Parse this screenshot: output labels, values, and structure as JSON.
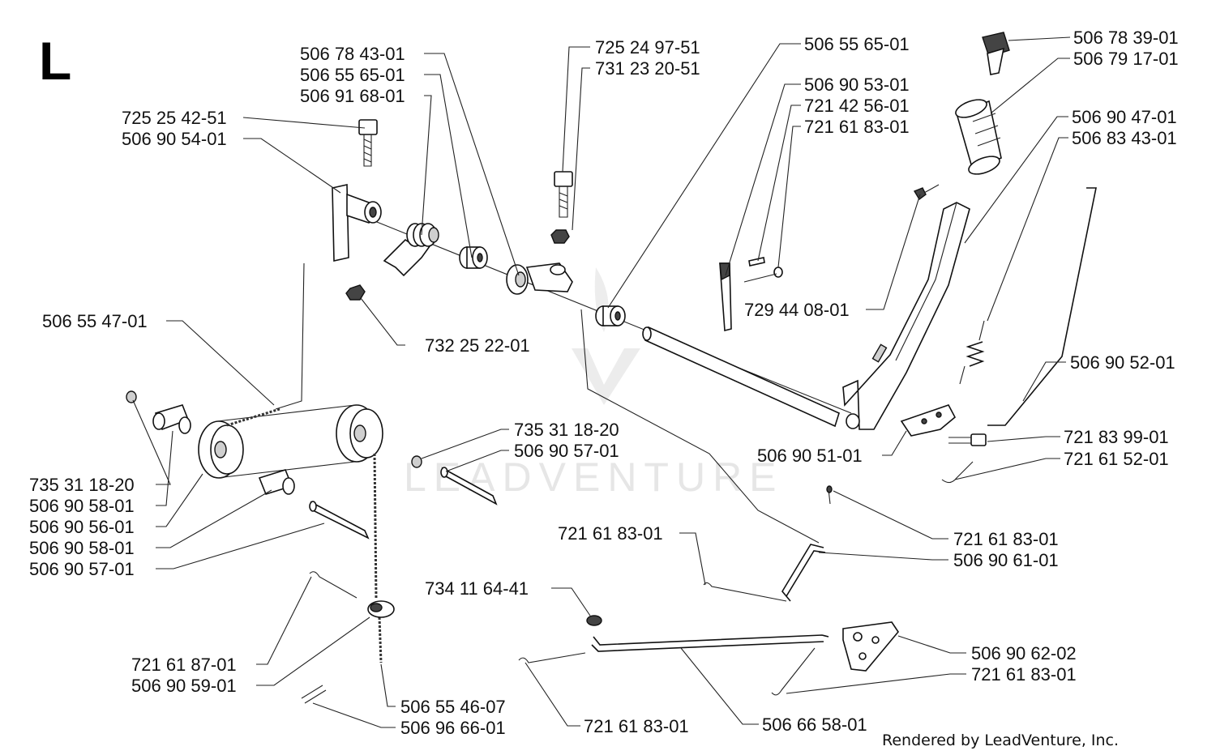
{
  "section_letter": "L",
  "watermark": "LEADVENTURE",
  "credit": "Rendered by LeadVenture, Inc.",
  "part_numbers": {
    "p01": "506 78 43-01",
    "p02": "506 55 65-01",
    "p03": "506 91 68-01",
    "p04": "725 25 42-51",
    "p05": "506 90 54-01",
    "p06": "725 24 97-51",
    "p07": "731 23 20-51",
    "p08": "506 55 65-01",
    "p09": "506 90 53-01",
    "p10": "721 42 56-01",
    "p11": "721 61 83-01",
    "p12": "506 78 39-01",
    "p13": "506 79 17-01",
    "p14": "506 90 47-01",
    "p15": "506 83 43-01",
    "p16": "729 44 08-01",
    "p17": "506 55 47-01",
    "p18": "732 25 22-01",
    "p19": "506 90 52-01",
    "p20": "735 31 18-20",
    "p21": "506 90 57-01",
    "p22": "506 90 51-01",
    "p23": "721 83 99-01",
    "p24": "721 61 52-01",
    "p25": "735 31 18-20",
    "p26": "506 90 58-01",
    "p27": "506 90 56-01",
    "p28": "506 90 58-01",
    "p29": "506 90 57-01",
    "p30": "721 61 83-01",
    "p31": "721 61 83-01",
    "p32": "506 90 61-01",
    "p33": "734 11 64-41",
    "p34": "506 90 62-02",
    "p35": "721 61 83-01",
    "p36": "721 61 87-01",
    "p37": "506 90 59-01",
    "p38": "506 55 46-07",
    "p39": "506 96 66-01",
    "p40": "721 61 83-01",
    "p41": "506 66 58-01"
  }
}
